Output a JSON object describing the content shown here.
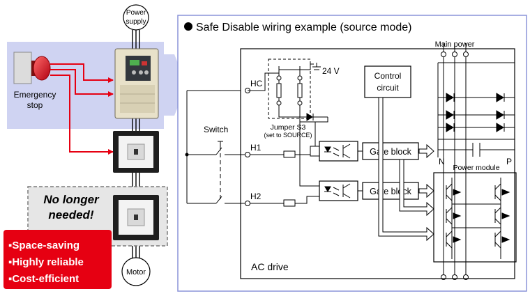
{
  "left_panel": {
    "power_supply_label": [
      "Power",
      "supply"
    ],
    "emergency_stop_label": [
      "Emergency",
      "stop"
    ],
    "no_longer_needed_label": [
      "No longer",
      "needed!"
    ],
    "motor_label": "Motor",
    "benefits": [
      "Space-saving",
      "Highly reliable",
      "Cost-efficient"
    ]
  },
  "diagram": {
    "title": "Safe Disable wiring example (source mode)",
    "main_power_label": "Main power",
    "voltage_label": "24 V",
    "hc_label": "HC",
    "h1_label": "H1",
    "h2_label": "H2",
    "switch_label": "Switch",
    "jumper_label": "Jumper S3",
    "jumper_note": "(set to SOURCE)",
    "control_circuit_label": [
      "Control",
      "circuit"
    ],
    "gate_block_label": "Gate block",
    "power_module_label": "Power module",
    "n_label": "N",
    "p_label": "P",
    "ac_drive_label": "AC drive"
  },
  "colors": {
    "panel_bg": "#cfd3f2",
    "frame_border": "#8a94d8",
    "wire_red": "#e60012",
    "benefit_box": "#e60012",
    "dashed_box_bg": "#e6e6e6"
  }
}
